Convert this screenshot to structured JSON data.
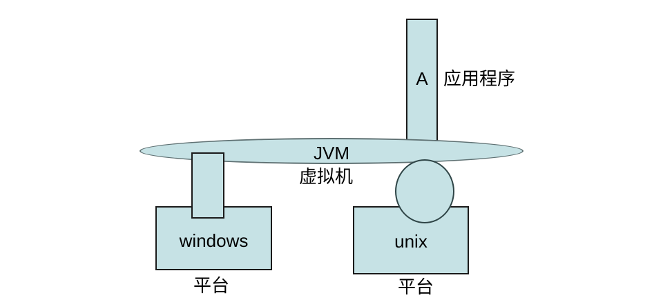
{
  "colors": {
    "background": "#ffffff",
    "shape_fill": "#c6e2e5",
    "rect_border": "#1a1a1a",
    "ellipse_border": "#5f7173",
    "circle_border": "#2f4547",
    "text": "#000000"
  },
  "diagram": {
    "nodes": {
      "application_bar": {
        "shape": "vertical-rectangle",
        "letter": "A",
        "label": "应用程序"
      },
      "jvm_layer": {
        "shape": "ellipse",
        "title": "JVM",
        "subtitle": "虚拟机"
      },
      "windows_platform": {
        "shape": "rectangle",
        "name": "windows",
        "caption": "平台",
        "connector": "small-rectangle"
      },
      "unix_platform": {
        "shape": "rectangle",
        "name": "unix",
        "caption": "平台",
        "connector": "circle"
      }
    }
  },
  "labels": {
    "app_bar_letter": "A",
    "application": "应用程序",
    "jvm": "JVM",
    "virtual_machine": "虚拟机",
    "windows": "windows",
    "unix": "unix",
    "platform_windows": "平台",
    "platform_unix": "平台"
  }
}
